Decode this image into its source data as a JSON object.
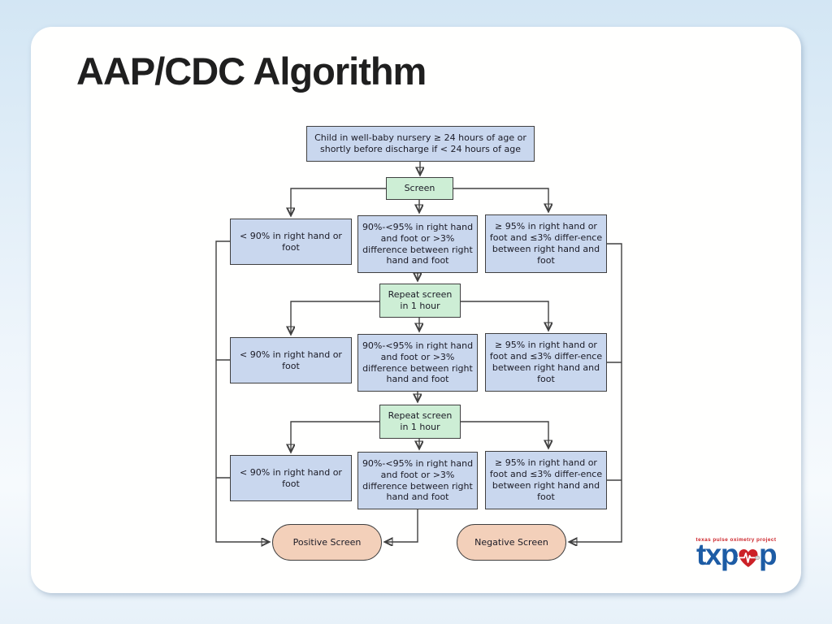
{
  "slide": {
    "title": "AAP/CDC Algorithm"
  },
  "flowchart": {
    "start": "Child in well-baby nursery ≥ 24 hours of age or shortly before discharge if < 24 hours of age",
    "screen": "Screen",
    "repeat_screens": [
      {
        "label": "Repeat screen in 1 hour"
      },
      {
        "label": "Repeat screen in 1 hour"
      }
    ],
    "rows": [
      {
        "left": "< 90% in right hand or foot",
        "middle": "90%-<95% in right hand and foot or >3% difference between right hand and foot",
        "right": "≥ 95% in right hand or foot and ≤3% differ-ence between right hand and foot"
      },
      {
        "left": "< 90% in right hand or foot",
        "middle": "90%-<95% in right hand and foot or >3% difference between right hand and foot",
        "right": "≥ 95% in right hand or foot and ≤3% differ-ence between right hand and foot"
      },
      {
        "left": "< 90% in right hand or foot",
        "middle": "90%-<95% in right hand and foot or >3% difference between right hand and foot",
        "right": "≥ 95% in right hand or foot and ≤3% differ-ence between right hand and foot"
      }
    ],
    "outcomes": {
      "positive": "Positive Screen",
      "negative": "Negative Screen"
    }
  },
  "logo": {
    "tagline": "texas pulse oximetry project",
    "wordmark_prefix": "txp",
    "wordmark_suffix": "p",
    "icon": "heart-pulse-icon"
  },
  "colors": {
    "box_blue": "#c9d7ee",
    "box_green": "#cdeed5",
    "oval_peach": "#f3d0ba",
    "border": "#404040",
    "line": "#404040",
    "title": "#1f1f1f",
    "text": "#1b1b26",
    "logo_blue": "#1d5ca5",
    "logo_red": "#cc2127",
    "bg_top": "#d3e6f4",
    "card": "#fffffe"
  }
}
